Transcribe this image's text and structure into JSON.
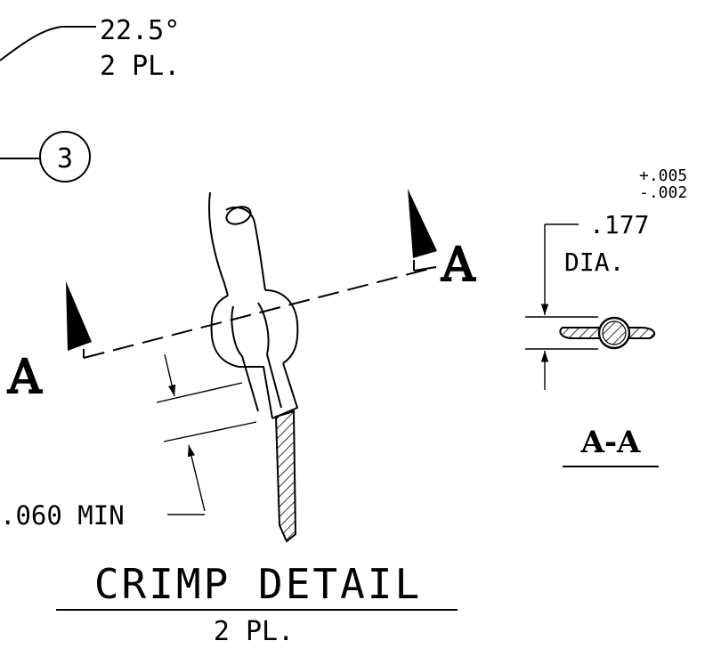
{
  "labels": {
    "angle_value": "22.5°",
    "angle_qty": "2 PL.",
    "balloon_number": "3",
    "tolerance_plus": "+.005",
    "tolerance_minus": "-.002",
    "diameter_value": ".177",
    "diameter_unit": "DIA.",
    "section_marker_left": "A",
    "section_marker_right": "A",
    "section_view_label": "A-A",
    "min_dimension": ".060 MIN",
    "title": "CRIMP DETAIL",
    "title_qty": "2 PL."
  },
  "colors": {
    "ink": "#000000",
    "paper": "#ffffff"
  }
}
